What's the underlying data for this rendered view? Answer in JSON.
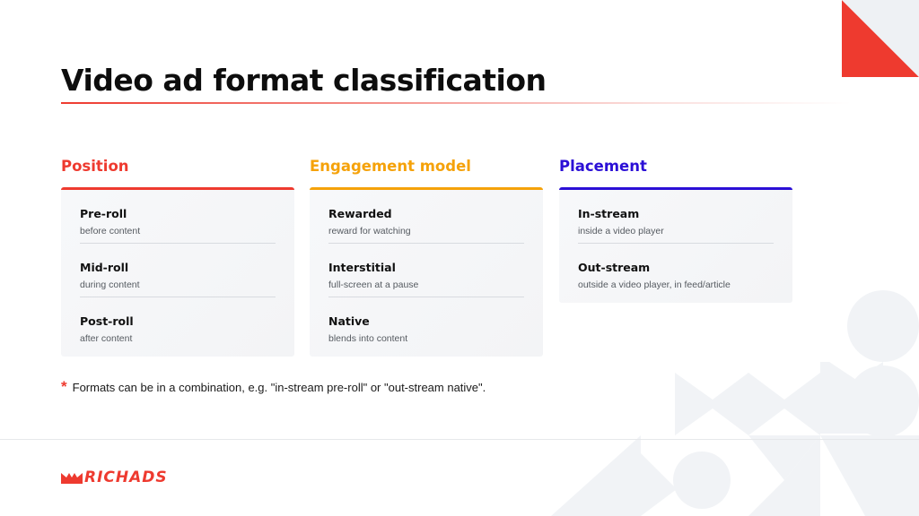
{
  "title": "Video ad format classification",
  "colors": {
    "red": "#ee3a2f",
    "orange": "#f5a20a",
    "violet": "#2b0fd6",
    "card_bg": "#f4f5f7",
    "deco": "#eef1f4"
  },
  "columns": [
    {
      "heading": "Position",
      "accent": "#ee3a2f",
      "items": [
        {
          "title": "Pre-roll",
          "desc": "before content"
        },
        {
          "title": "Mid-roll",
          "desc": "during content"
        },
        {
          "title": "Post-roll",
          "desc": "after content"
        }
      ]
    },
    {
      "heading": "Engagement model",
      "accent": "#f5a20a",
      "items": [
        {
          "title": "Rewarded",
          "desc": "reward for watching"
        },
        {
          "title": "Interstitial",
          "desc": "full-screen at a pause"
        },
        {
          "title": "Native",
          "desc": "blends into content"
        }
      ]
    },
    {
      "heading": "Placement",
      "accent": "#2b0fd6",
      "items": [
        {
          "title": "In-stream",
          "desc": "inside a video player"
        },
        {
          "title": "Out-stream",
          "desc": "outside a video player, in feed/article"
        }
      ]
    }
  ],
  "footnote": {
    "marker": "*",
    "text": "Formats can be in a combination, e.g. \"in-stream pre-roll\" or \"out-stream native\"."
  },
  "logo": {
    "text": "RICHADS",
    "icon": "crown-logo-icon"
  }
}
